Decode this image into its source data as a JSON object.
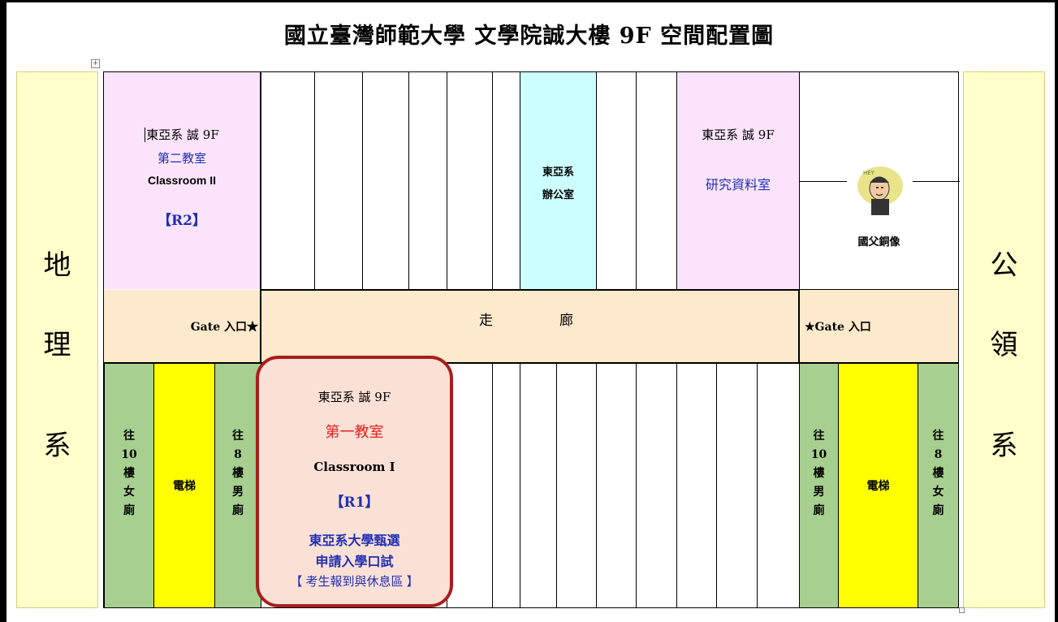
{
  "title": "國立臺灣師範大學  文學院誠大樓 9F  空間配置圖",
  "left_neighbor": [
    "地",
    "理",
    "系"
  ],
  "right_neighbor": [
    "公",
    "領",
    "系"
  ],
  "classroom2": {
    "dept": "東亞系 誠 9F",
    "name_zh": "第二教室",
    "name_en": "Classroom II",
    "code": "【R2】"
  },
  "office": {
    "line1": "東亞系",
    "line2": "辦公室"
  },
  "research_room": {
    "dept": "東亞系 誠 9F",
    "name": "研究資料室"
  },
  "statue": {
    "label": "國父銅像",
    "bubble": "HEY"
  },
  "corridor": {
    "left_gate": "Gate 入口★",
    "label_left": "走",
    "label_right": "廊",
    "right_gate": "★Gate 入口"
  },
  "left_restrooms": {
    "women": [
      "往",
      "10",
      "樓",
      "女",
      "廁"
    ],
    "elevator": "電梯",
    "men": [
      "往",
      "8",
      "樓",
      "男",
      "廁"
    ]
  },
  "right_restrooms": {
    "men": [
      "往",
      "10",
      "樓",
      "男",
      "廁"
    ],
    "elevator": "電梯",
    "women": [
      "往",
      "8",
      "樓",
      "女",
      "廁"
    ]
  },
  "classroom1": {
    "dept": "東亞系 誠 9F",
    "name_zh": "第一教室",
    "name_en": "Classroom I",
    "code": "【R1】",
    "purpose1": "東亞系大學甄選",
    "purpose2": "申請入學口試",
    "purpose3": "【 考生報到與休息區 】"
  },
  "colors": {
    "pink": "#fbe4fb",
    "cyan": "#ccffff",
    "peach": "#fde9cb",
    "green": "#a7cf8f",
    "yellow": "#ffff00",
    "side": "#ffffcc",
    "highlight": "#a81e1e",
    "blue_text": "#1f2fb3",
    "red_text": "#e32020"
  }
}
